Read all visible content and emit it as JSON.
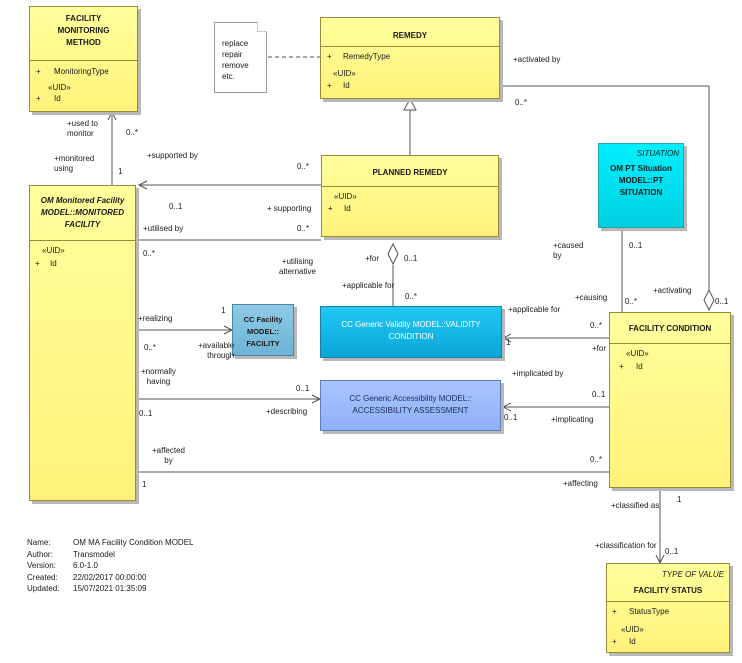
{
  "classes": {
    "monitoring_method": {
      "title_lines": [
        "FACILITY",
        "MONITORING",
        "METHOD"
      ],
      "attr": "MonitoringType",
      "stereo": "«UID»",
      "id": "Id"
    },
    "remedy": {
      "title": "REMEDY",
      "attr": "RemedyType",
      "stereo": "«UID»",
      "id": "Id"
    },
    "planned_remedy": {
      "title": "PLANNED REMEDY",
      "stereo": "«UID»",
      "id": "Id"
    },
    "monitored_facility": {
      "title_lines": [
        "OM Monitored Facility",
        "MODEL::MONITORED",
        "FACILITY"
      ],
      "stereo": "«UID»",
      "id": "Id"
    },
    "pt_situation": {
      "stereotype": "SITUATION",
      "title_lines": [
        "OM PT Situation",
        "MODEL::PT",
        "SITUATION"
      ]
    },
    "cc_facility": {
      "title_lines": [
        "CC Facility",
        "MODEL::",
        "FACILITY"
      ]
    },
    "validity_condition": {
      "title_lines": [
        "CC Generic Validity MODEL::VALIDITY",
        "CONDITION"
      ]
    },
    "accessibility_assessment": {
      "title_lines": [
        "CC Generic Accessibility MODEL::",
        "ACCESSIBILITY ASSESSMENT"
      ]
    },
    "facility_condition": {
      "title": "FACILITY CONDITION",
      "stereo": "«UID»",
      "id": "Id"
    },
    "facility_status": {
      "stereotype": "TYPE OF VALUE",
      "title": "FACILITY STATUS",
      "attr": "StatusType",
      "stereo": "«UID»",
      "id": "Id"
    }
  },
  "note": {
    "lines": [
      "replace",
      "repair",
      "remove",
      "etc."
    ]
  },
  "plus": "+",
  "labels": {
    "used_to_monitor": [
      "+used to",
      "monitor"
    ],
    "monitored_using": [
      "+monitored",
      "using"
    ],
    "mult_0n_a": "0..*",
    "mult_1_a": "1",
    "supported_by": "+supported by",
    "mult_0n_b": "0..*",
    "mult_01_a": "0..1",
    "supporting": "+ supporting",
    "utilised_by": "+utilised by",
    "mult_0n_c": "0..*",
    "mult_0n_d": "0..*",
    "utilising_alternative": [
      "+utilising",
      "alternative"
    ],
    "for_a": "+for",
    "mult_01_b": "0..1",
    "applicable_for_a": "+applicable for",
    "mult_0n_e": "0..*",
    "activated_by": "+activated by",
    "mult_0n_f": "0..*",
    "caused_by": [
      "+caused",
      "by"
    ],
    "mult_01_c": "0..1",
    "activating": "+activating",
    "mult_01_d": "0..1",
    "causing": "+causing",
    "mult_0n_g": "0..*",
    "applicable_for_b": "+applicable for",
    "mult_0n_h": "0..*",
    "mult_1_b": "1",
    "for_b": "+for",
    "realizing": "+realizing",
    "mult_1_c": "1",
    "available_through": [
      "+available",
      "through"
    ],
    "mult_0n_i": "0..*",
    "normally_having": [
      "+normally",
      "having"
    ],
    "mult_01_e": "0..1",
    "implicated_by": "+implicated by",
    "mult_01_f": "0..1",
    "mult_01_g": "0..1",
    "describing": "+describing",
    "mult_01_h": "0..1",
    "implicating": "+implicating",
    "affected_by": [
      "+affected",
      "by"
    ],
    "mult_0n_j": "0..*",
    "mult_1_d": "1",
    "affecting": "+affecting",
    "mult_1_e": "1",
    "classified_as": "+classified as",
    "classification_for": "+classification for",
    "mult_01_i": "0..1"
  },
  "metadata": [
    {
      "key": "Name:",
      "value": "OM MA Facility Condition MODEL"
    },
    {
      "key": "Author:",
      "value": "Transmodel"
    },
    {
      "key": "Version:",
      "value": "6.0-1.0"
    },
    {
      "key": "Created:",
      "value": "22/02/2017 00:00:00"
    },
    {
      "key": "Updated:",
      "value": "15/07/2021 01:35:09"
    }
  ]
}
